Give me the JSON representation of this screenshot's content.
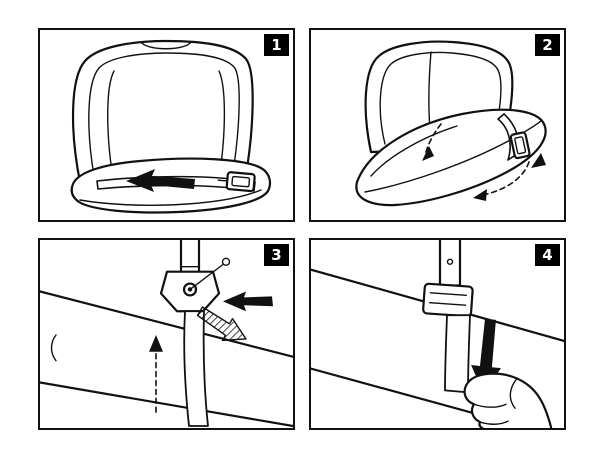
{
  "page": {
    "background": "#ffffff"
  },
  "colors": {
    "line": "#111111",
    "panel_border": "#111111",
    "badge_bg": "#000000",
    "badge_text": "#ffffff"
  },
  "panels": [
    {
      "number": "1",
      "illustration": "vehicle-seat-with-strap-across-cushion-arrow-left"
    },
    {
      "number": "2",
      "illustration": "seat-cushion-tilted-up-strap-routed-around-with-buckle"
    },
    {
      "number": "3",
      "illustration": "strap-clip-on-anchor-bracket-with-dashed-up-arrow"
    },
    {
      "number": "4",
      "illustration": "hand-pulling-strap-down-through-buckle"
    }
  ]
}
